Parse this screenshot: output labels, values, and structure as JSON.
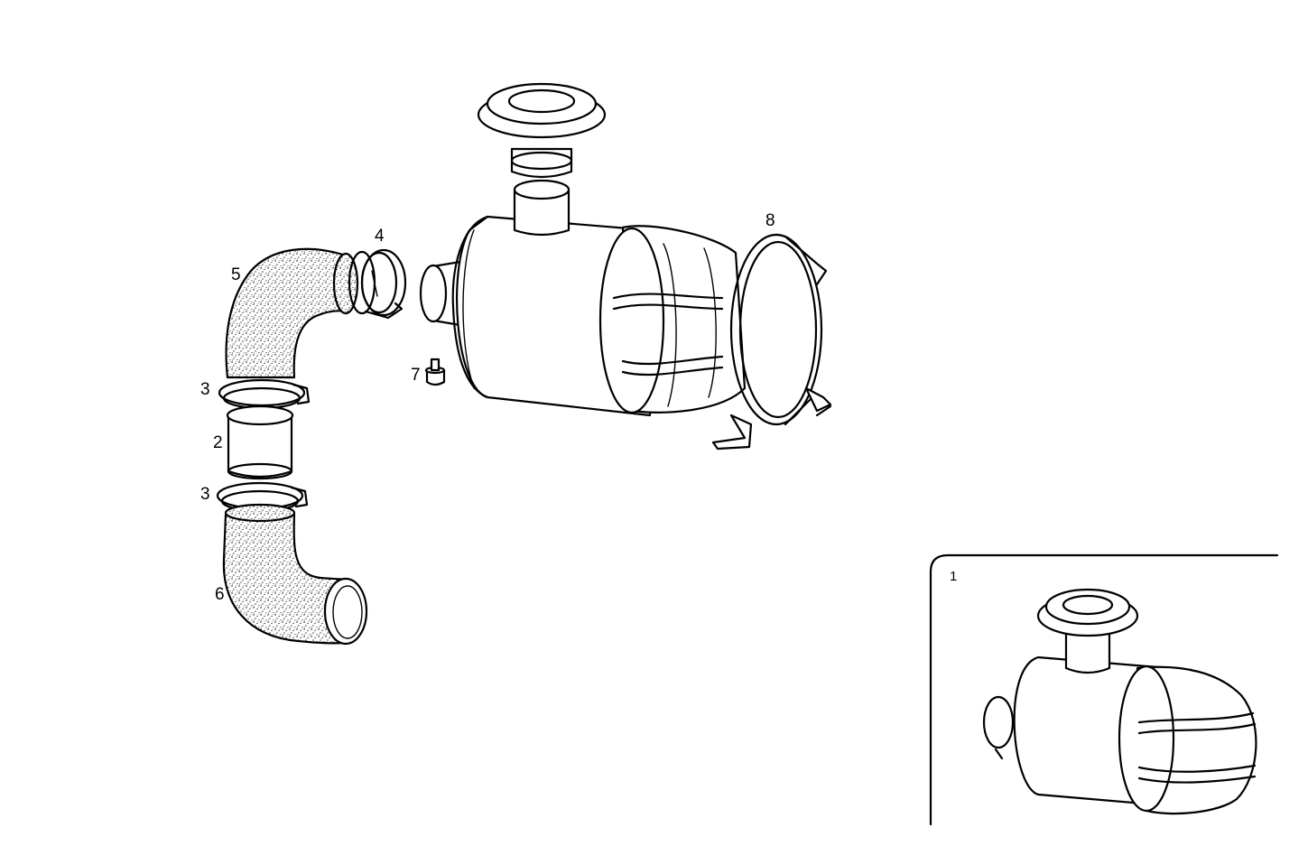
{
  "callouts": {
    "c1": "1",
    "c2": "2",
    "c3a": "3",
    "c3b": "3",
    "c4": "4",
    "c5": "5",
    "c6": "6",
    "c7": "7",
    "c8": "8"
  },
  "colors": {
    "ink": "#000000",
    "paper": "#ffffff"
  }
}
